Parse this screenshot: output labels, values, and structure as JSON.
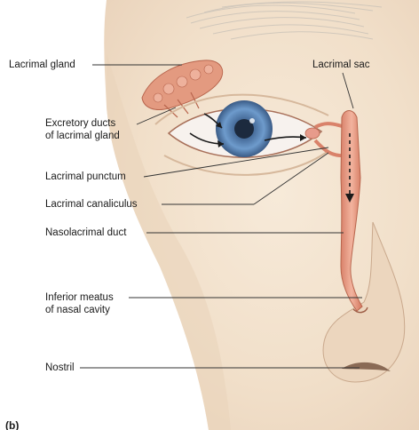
{
  "figure": {
    "panel_letter": "(b)",
    "labels": {
      "lacrimal_gland": "Lacrimal gland",
      "lacrimal_sac": "Lacrimal sac",
      "excretory_ducts_line1": "Excretory ducts",
      "excretory_ducts_line2": "of lacrimal gland",
      "lacrimal_punctum": "Lacrimal punctum",
      "lacrimal_canaliculus": "Lacrimal canaliculus",
      "nasolacrimal_duct": "Nasolacrimal duct",
      "inferior_meatus_line1": "Inferior meatus",
      "inferior_meatus_line2": "of nasal cavity",
      "nostril": "Nostril"
    },
    "colors": {
      "skin": "#f3e3cf",
      "gland": "#e39a80",
      "iris": "#5b86b8",
      "leader_line": "#333333"
    }
  }
}
